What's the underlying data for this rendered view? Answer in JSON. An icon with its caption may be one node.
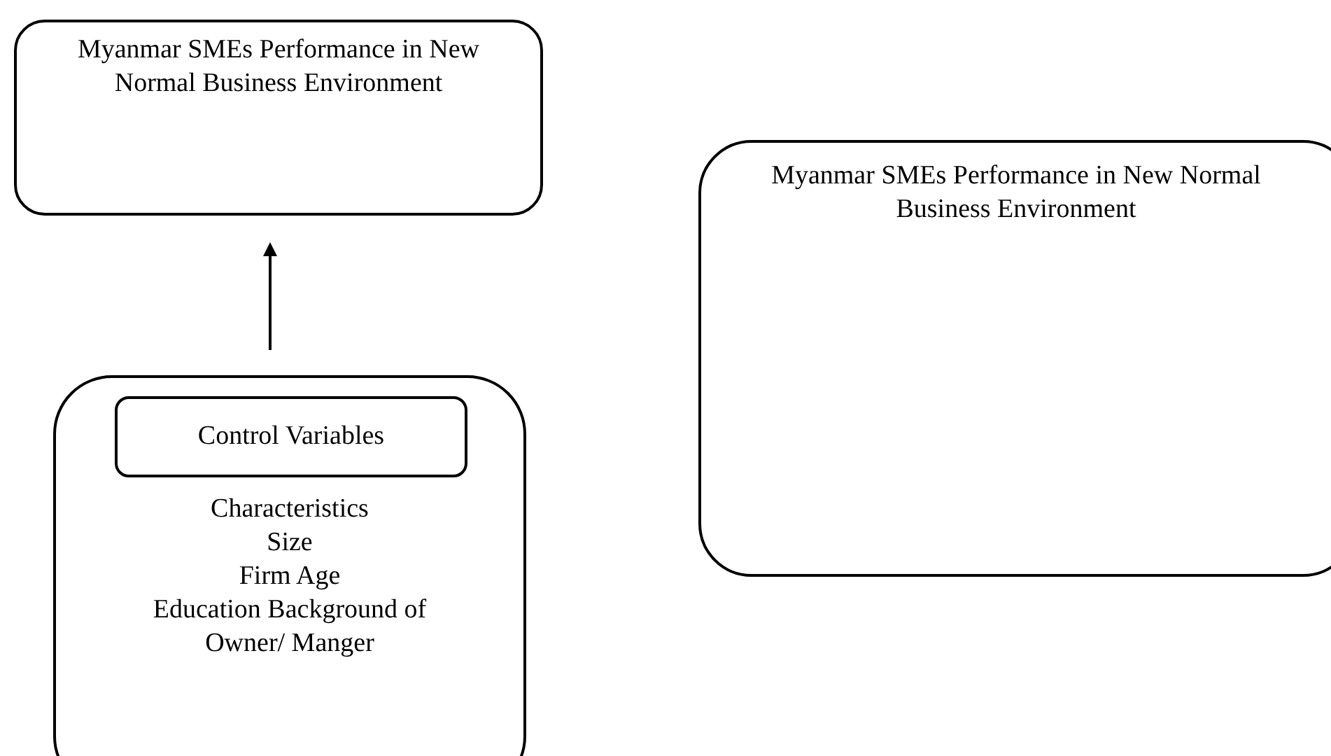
{
  "diagram": {
    "nodes": [
      {
        "text": [
          "Myanmar SMEs Performance in New Normal Business Environment"
        ]
      },
      {
        "text": [
          "Myanmar SMEs Performance in New Normal Business Environment"
        ]
      },
      {
        "text": [
          "Characteristics",
          "Size",
          "Firm Age",
          "Education Background of Owner/ Manger"
        ]
      },
      {
        "text": [
          "Control Variables"
        ],
        "in": 2
      }
    ],
    "edges": [
      {
        "from": 2,
        "to": 0,
        "arrow": "to"
      }
    ]
  }
}
